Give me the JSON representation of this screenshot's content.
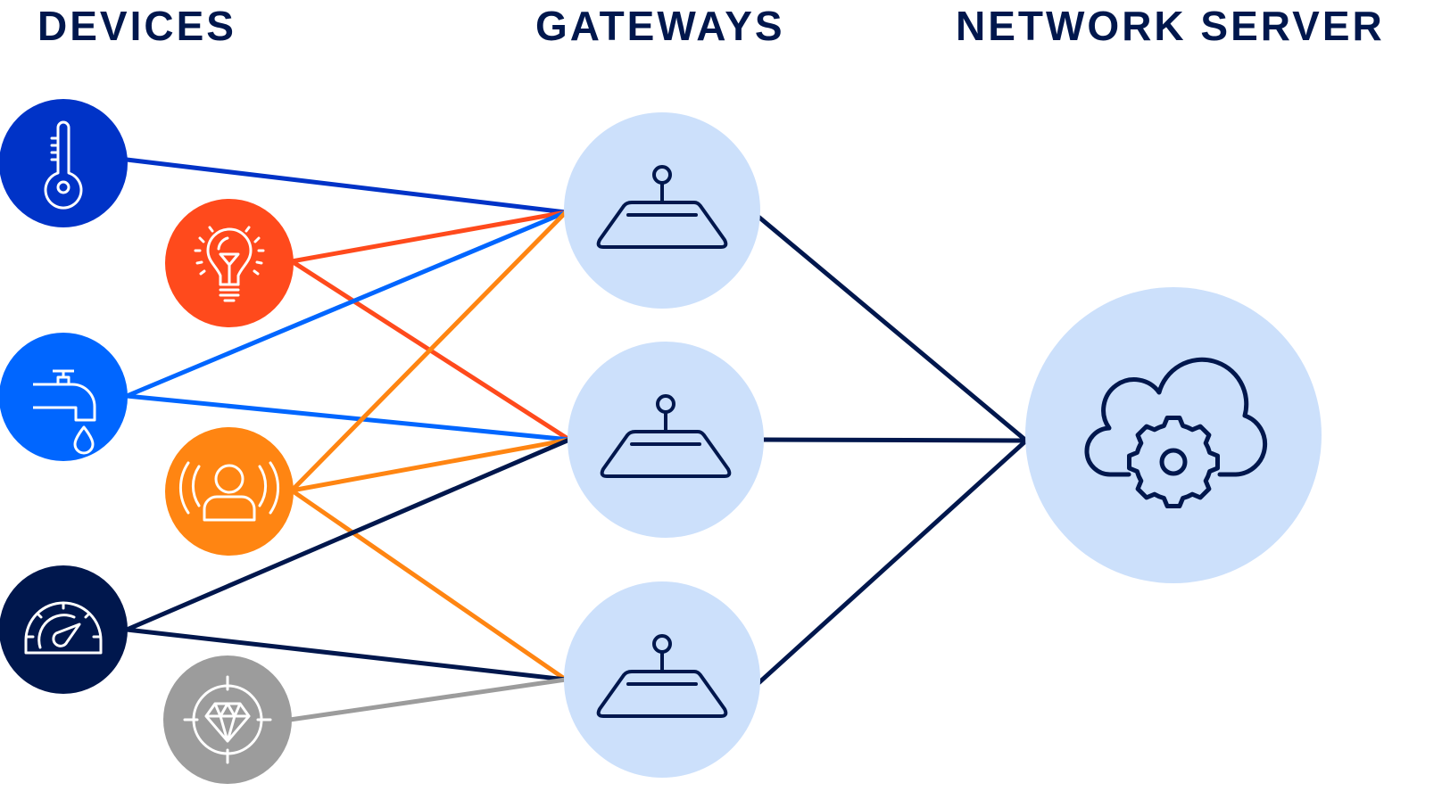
{
  "headings": {
    "devices": "DEVICES",
    "gateways": "GATEWAYS",
    "server": "NETWORK SERVER"
  },
  "colors": {
    "heading": "#00174d",
    "gateway_fill": "#cce0fb",
    "icon_stroke": "#00174d",
    "background": "#ffffff"
  },
  "devices": [
    {
      "id": "thermometer",
      "icon": "thermometer-icon",
      "color": "#0033c7"
    },
    {
      "id": "lightbulb",
      "icon": "lightbulb-icon",
      "color": "#ff4a1c"
    },
    {
      "id": "water-tap",
      "icon": "water-tap-icon",
      "color": "#0066ff"
    },
    {
      "id": "person-signal",
      "icon": "person-broadcast-icon",
      "color": "#ff8512"
    },
    {
      "id": "speedometer",
      "icon": "speedometer-icon",
      "color": "#00174d"
    },
    {
      "id": "diamond-target",
      "icon": "diamond-target-icon",
      "color": "#9c9c9c"
    }
  ],
  "gateways": [
    {
      "id": "gateway-1",
      "icon": "gateway-antenna-icon"
    },
    {
      "id": "gateway-2",
      "icon": "gateway-antenna-icon"
    },
    {
      "id": "gateway-3",
      "icon": "gateway-antenna-icon"
    }
  ],
  "server": {
    "id": "network-server",
    "icon": "cloud-gear-icon"
  },
  "links": [
    {
      "from": "thermometer",
      "to": "gateway-1"
    },
    {
      "from": "lightbulb",
      "to": "gateway-1"
    },
    {
      "from": "lightbulb",
      "to": "gateway-2"
    },
    {
      "from": "water-tap",
      "to": "gateway-1"
    },
    {
      "from": "water-tap",
      "to": "gateway-2"
    },
    {
      "from": "person-signal",
      "to": "gateway-1"
    },
    {
      "from": "person-signal",
      "to": "gateway-2"
    },
    {
      "from": "person-signal",
      "to": "gateway-3"
    },
    {
      "from": "speedometer",
      "to": "gateway-2"
    },
    {
      "from": "speedometer",
      "to": "gateway-3"
    },
    {
      "from": "diamond-target",
      "to": "gateway-3"
    },
    {
      "from": "gateway-1",
      "to": "network-server"
    },
    {
      "from": "gateway-2",
      "to": "network-server"
    },
    {
      "from": "gateway-3",
      "to": "network-server"
    }
  ]
}
